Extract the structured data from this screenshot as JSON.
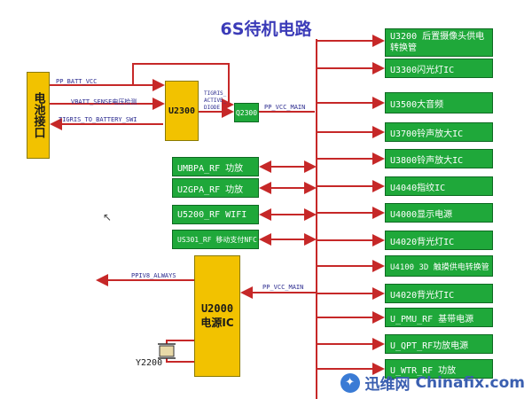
{
  "title": "6S待机电路",
  "battery": {
    "label": "电池接口"
  },
  "u2300": {
    "label": "U2300"
  },
  "q2300": {
    "label": "Q2300"
  },
  "u2000": {
    "line1": "U2000",
    "line2": "电源IC"
  },
  "y2200": {
    "label": "Y2200"
  },
  "signals": {
    "pp_batt_vcc": "PP_BATT_VCC",
    "vbatt_sense": "VBATT_SENSE电压检测",
    "tigris_to_battery": "TIGRIS_TO_BATTERY_SWI",
    "tigris_active_diode": "TIGRIS_\nACTIVE_\nDIODE",
    "pp_vcc_main_top": "PP_VCC_MAIN",
    "pp_vcc_main_u2000": "PP_VCC_MAIN",
    "ppiv8_always": "PPIV8_ALWAYS"
  },
  "left_blocks": [
    "UMBPA_RF 功放",
    "U2GPA_RF 功放",
    "U5200_RF WIFI",
    "US301_RF 移动支付NFC"
  ],
  "right_blocks": [
    "U3200 后置摄像头供电转换管",
    "U3300闪光灯IC",
    "U3500大音频",
    "U3700铃声放大IC",
    "U3800铃声放大IC",
    "U4040指纹IC",
    "U4000显示电源",
    "U4020背光灯IC",
    "U4100 3D 触摸供电转换管",
    "U4020背光灯IC",
    "U_PMU_RF 基带电源",
    "U_QPT_RF功放电源",
    "U_WTR_RF 功放"
  ],
  "watermark": {
    "cn": "迅维网",
    "en": "Chinafix.com",
    "icon": "wrench-logo-icon"
  },
  "colors": {
    "arrow": "#c62828",
    "green": "#1fa83a",
    "yellow": "#f2c200",
    "title": "#3b3bb8"
  }
}
